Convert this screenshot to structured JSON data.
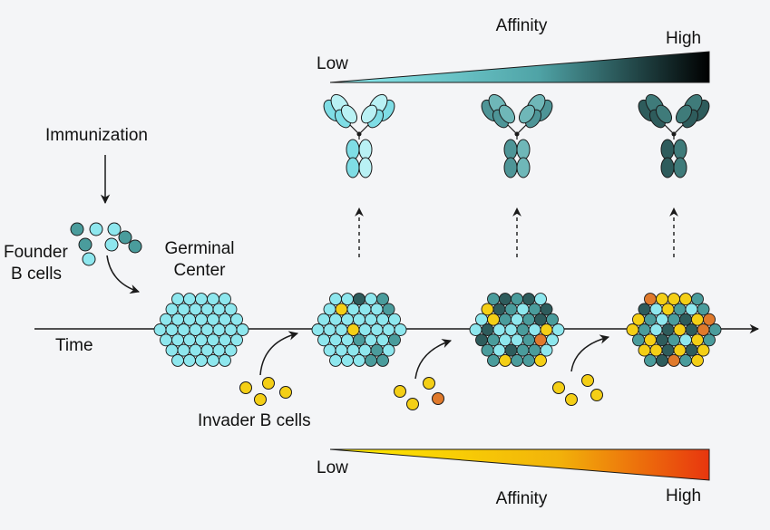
{
  "labels": {
    "affinity_top": "Affinity",
    "high_top": "High",
    "low_top": "Low",
    "immunization": "Immunization",
    "founder_1": "Founder",
    "founder_2": "B cells",
    "germinal_1": "Germinal",
    "germinal_2": "Center",
    "time": "Time",
    "invader": "Invader B cells",
    "low_bottom": "Low",
    "affinity_bottom": "Affinity",
    "high_bottom": "High"
  },
  "colors": {
    "background": "#f4f5f7",
    "cell_light": "#8ee7ee",
    "cell_mid": "#4a9c9c",
    "cell_dark": "#2e5c5c",
    "invader_yellow": "#f4cf16",
    "invader_orange": "#e07a2c",
    "stroke": "#1a1a1a",
    "gradient_top": [
      "#8ff0f4",
      "#4fa3a6",
      "#000000"
    ],
    "gradient_bottom": [
      "#ffee00",
      "#f2b30a",
      "#e8360e"
    ]
  },
  "germinal_centers": [
    {
      "name": "stage-1",
      "cells": "LLLLLLLLLLLLLLLLLLLLLLLLLLLLLLLLLLLLLLLLLLLLLLLL"
    },
    {
      "name": "stage-2",
      "cells": "LLDLMLYLLLMLLLLLLLLLLYLLLLLLLMLLMLLLLMLLLLMMLLMM"
    },
    {
      "name": "stage-3",
      "cells": "MDMDLYDMLMDLYMLMDMLDLLMLYLDMLLMOLMLDMMLMYMMYDMMD"
    },
    {
      "name": "stage-4",
      "cells": "OYYYMDLYMLMYMLMDYOYMLDYDOMMYDMLYMYYDYDYMDOMYMDMD"
    }
  ],
  "antibodies": [
    {
      "name": "low-affinity",
      "fill": "#b9f1f4",
      "shade": "#7fdde5"
    },
    {
      "name": "mid-affinity",
      "fill": "#6fb7b8",
      "shade": "#4e9597"
    },
    {
      "name": "high-affinity",
      "fill": "#3f7b7a",
      "shade": "#2e5c5c"
    }
  ]
}
